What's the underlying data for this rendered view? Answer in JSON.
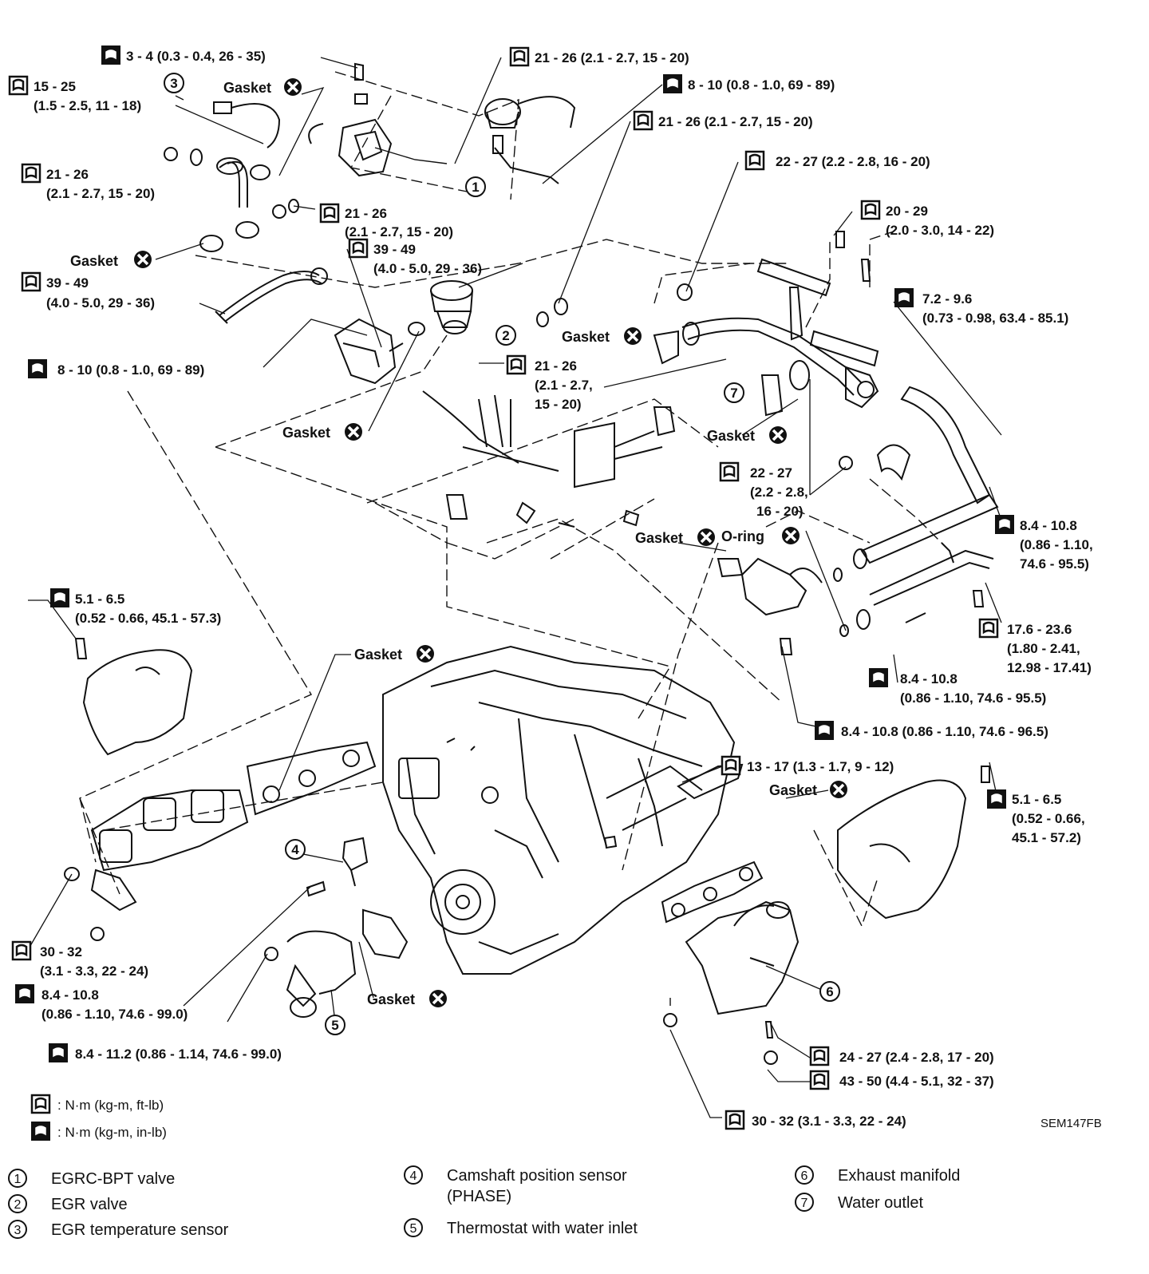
{
  "torque_labels": {
    "t1": "3 - 4 (0.3 - 0.4, 26 - 35)",
    "t2": "21 - 26 (2.1 - 2.7, 15 - 20)",
    "t3_a": "15 - 25",
    "t3_b": "(1.5 - 2.5, 11 - 18)",
    "t4": "8 - 10 (0.8 - 1.0, 69 - 89)",
    "t5": "21 - 26 (2.1 - 2.7, 15 - 20)",
    "t6_a": "21 - 26",
    "t6_b": "(2.1 - 2.7, 15 - 20)",
    "t7": "22 - 27 (2.2 - 2.8, 16 - 20)",
    "t8_a": "21 - 26",
    "t8_b": "(2.1 - 2.7, 15 - 20)",
    "t9_a": "20 - 29",
    "t9_b": "(2.0 - 3.0, 14 - 22)",
    "t10_a": "39 - 49",
    "t10_b": "(4.0 - 5.0, 29 - 36)",
    "t11_a": "39 - 49",
    "t11_b": "(4.0 - 5.0, 29 - 36)",
    "t12_a": "7.2 - 9.6",
    "t12_b": "(0.73 - 0.98, 63.4 - 85.1)",
    "t13": "8 - 10 (0.8 - 1.0, 69 - 89)",
    "t14_a": "21 - 26",
    "t14_b": "(2.1 - 2.7,",
    "t14_c": "15 - 20)",
    "t15_a": "22 - 27",
    "t15_b": "(2.2 - 2.8,",
    "t15_c": "16 - 20)",
    "t16_a": "8.4 - 10.8",
    "t16_b": "(0.86 - 1.10,",
    "t16_c": "74.6 - 95.5)",
    "t17_a": "5.1 - 6.5",
    "t17_b": "(0.52 - 0.66, 45.1 - 57.3)",
    "t18_a": "17.6 - 23.6",
    "t18_b": "(1.80 - 2.41,",
    "t18_c": "12.98 - 17.41)",
    "t19_a": "8.4 - 10.8",
    "t19_b": "(0.86 - 1.10, 74.6 - 95.5)",
    "t20": "8.4 - 10.8 (0.86 - 1.10, 74.6 - 96.5)",
    "t21": "13 - 17 (1.3 - 1.7, 9 - 12)",
    "t22_a": "5.1 - 6.5",
    "t22_b": "(0.52 - 0.66,",
    "t22_c": "45.1 - 57.2)",
    "t23_a": "30 - 32",
    "t23_b": "(3.1 - 3.3, 22 - 24)",
    "t24_a": "8.4 - 10.8",
    "t24_b": "(0.86 - 1.10, 74.6 - 99.0)",
    "t25": "8.4 - 11.2 (0.86 - 1.14, 74.6 - 99.0)",
    "t26": "24 - 27 (2.4 - 2.8, 17 - 20)",
    "t27": "43 - 50 (4.4 - 5.1, 32 - 37)",
    "t28": "30 - 32 (3.1 - 3.3, 22 - 24)"
  },
  "gasket_label": "Gasket",
  "oring_label": "O-ring",
  "callouts": [
    "1",
    "2",
    "3",
    "4",
    "5",
    "6",
    "7"
  ],
  "unit_legend": {
    "nm_kgm_ftlb": ": N·m (kg-m, ft-lb)",
    "nm_kgm_inlb": ": N·m (kg-m, in-lb)"
  },
  "figure_code": "SEM147FB",
  "parts": [
    {
      "num": "1",
      "name": "EGRC-BPT valve"
    },
    {
      "num": "2",
      "name": "EGR valve"
    },
    {
      "num": "3",
      "name": "EGR temperature sensor"
    },
    {
      "num": "4",
      "name": "Camshaft position sensor (PHASE)"
    },
    {
      "num": "5",
      "name": "Thermostat with water inlet"
    },
    {
      "num": "6",
      "name": "Exhaust manifold"
    },
    {
      "num": "7",
      "name": "Water outlet"
    }
  ]
}
